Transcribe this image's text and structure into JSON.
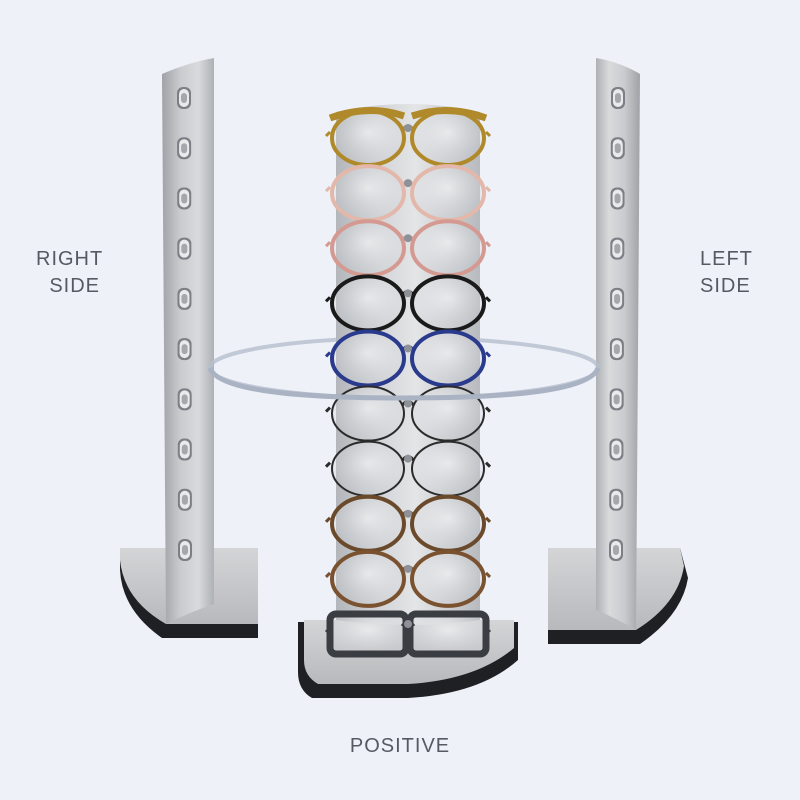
{
  "labels": {
    "right_side_line1": "RIGHT",
    "right_side_line2": "SIDE",
    "left_side_line1": "LEFT",
    "left_side_line2": "SIDE",
    "positive": "POSITIVE"
  },
  "colors": {
    "background": "#eef1f8",
    "panel": "#c9cbce",
    "panel_dark": "#9fa2a6",
    "base_top": "#c7c8ca",
    "base_edge": "#1f2024",
    "ring": "#a9b3c3",
    "label": "#555a62"
  },
  "side_stand_hook_count": 10,
  "front_stand_glasses": [
    {
      "frame": "#b08a2a",
      "style": "browline"
    },
    {
      "frame": "#e3b8aa",
      "style": "round"
    },
    {
      "frame": "#d49a92",
      "style": "round"
    },
    {
      "frame": "#1a1a1a",
      "style": "round"
    },
    {
      "frame": "#2a3a8c",
      "style": "round"
    },
    {
      "frame": "#2b2b2b",
      "style": "thin"
    },
    {
      "frame": "#2b2b2b",
      "style": "thin"
    },
    {
      "frame": "#6a4a2a",
      "style": "tortoise"
    },
    {
      "frame": "#7a5230",
      "style": "tortoise"
    },
    {
      "frame": "#3a3d42",
      "style": "square"
    }
  ]
}
